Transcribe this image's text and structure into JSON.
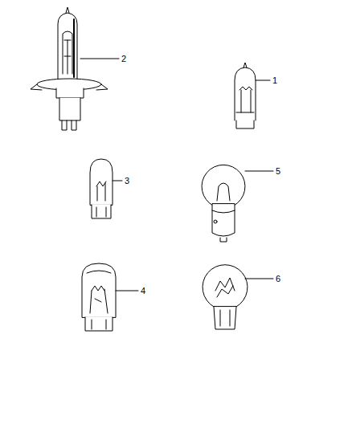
{
  "diagram": {
    "labels": [
      "2",
      "1",
      "3",
      "5",
      "4",
      "6"
    ]
  }
}
